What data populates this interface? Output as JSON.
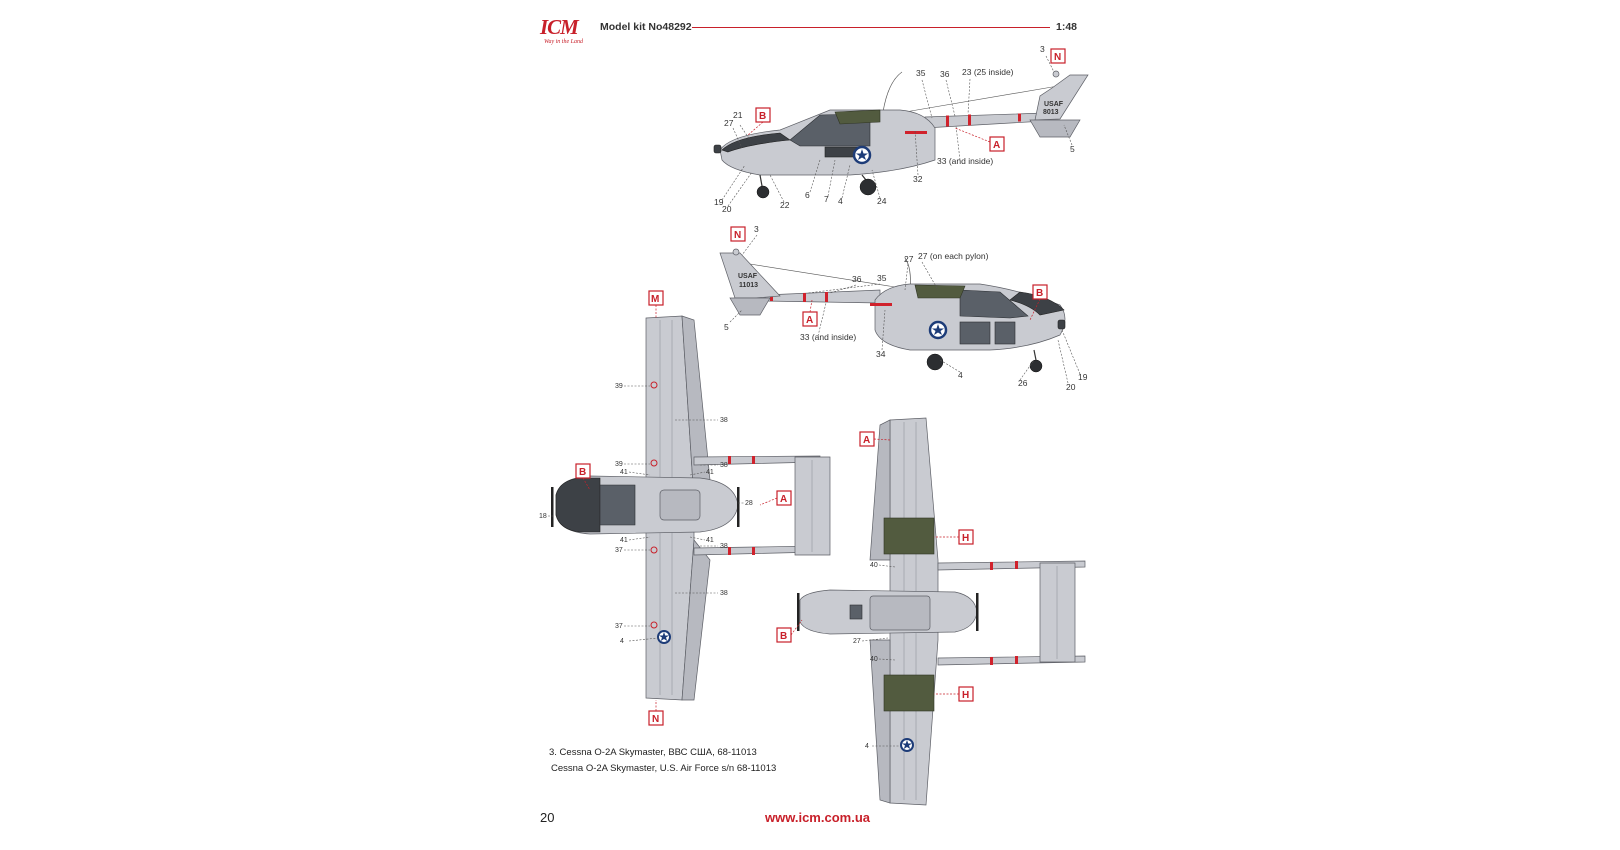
{
  "header": {
    "logo_text": "ICM",
    "logo_tagline": "Way in the Land",
    "model_kit": "Model kit No48292",
    "scale": "1:48"
  },
  "colors": {
    "accent": "#c8202a",
    "aircraft_grey": "#c9cbd1",
    "olive": "#525b3f",
    "anti_glare": "#3d4146"
  },
  "views": {
    "left_side": {
      "paint_codes": [
        "B",
        "A",
        "N"
      ],
      "callouts": [
        "3",
        "35",
        "36",
        "23 (25 inside)",
        "21",
        "27",
        "33 (and inside)",
        "32",
        "6",
        "7",
        "4",
        "24",
        "22",
        "19",
        "20",
        "5"
      ],
      "tail_text": [
        "USAF",
        "8013"
      ]
    },
    "right_side": {
      "paint_codes": [
        "N",
        "A",
        "B"
      ],
      "callouts": [
        "3",
        "36",
        "35",
        "27",
        "27 (on each pylon)",
        "33 (and inside)",
        "34",
        "4",
        "26",
        "20",
        "19",
        "5"
      ],
      "tail_text": [
        "USAF",
        "11013"
      ]
    },
    "top": {
      "paint_codes": [
        "M",
        "B",
        "A",
        "N"
      ],
      "callouts": [
        "39",
        "38",
        "39",
        "38",
        "41",
        "41",
        "28",
        "18",
        "41",
        "41",
        "37",
        "38",
        "38",
        "37",
        "4"
      ]
    },
    "bottom": {
      "paint_codes": [
        "A",
        "H",
        "B",
        "H"
      ],
      "callouts": [
        "40",
        "27",
        "40",
        "4"
      ]
    }
  },
  "caption": {
    "line1": "3. Cessna O-2A Skymaster, ВВС США, 68-11013",
    "line2": "Cessna O-2A Skymaster, U.S. Air Force s/n 68-11013"
  },
  "footer": {
    "page_number": "20",
    "website": "www.icm.com.ua"
  }
}
